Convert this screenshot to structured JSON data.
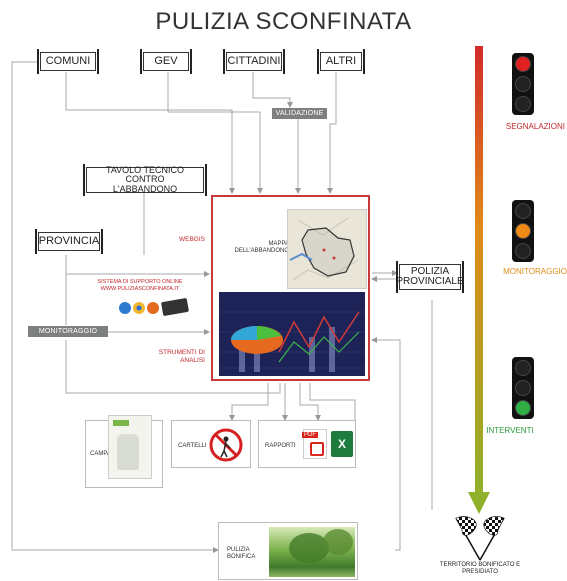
{
  "title": "PULIZIA SCONFINATA",
  "sources": [
    "COMUNI",
    "GEV",
    "CITTADINI",
    "ALTRI"
  ],
  "validazione": "VALIDAZIONE",
  "tavolo": "TAVOLO TECNICO CONTRO L'ABBANDONO",
  "provincia": "PROVINCIA",
  "webgis": "WEBGIS",
  "mappa": "MAPPA DELL'ABBANDONO",
  "sistema": "SISTEMA DI SUPPORTO ONLINE WWW.PULIZIASCONFINATA.IT",
  "monitoraggio_tag": "MONITORAGGIO",
  "strumenti": "STRUMENTI DI ANALISI",
  "polizia": "POLIZIA PROVINCIALE",
  "cards": {
    "campagne": "CAMPAGNE",
    "cartelli": "CARTELLI",
    "rapporti": "RAPPORTI"
  },
  "pulizia_bonifica": "PULIZIA BONIFICA",
  "status": {
    "segnalazioni": "SEGNALAZIONI",
    "monitoraggio": "MONITORAGGIO",
    "interventi": "INTERVENTI"
  },
  "territorio": "TERRITORIO BONIFICATO E PRESIDIATO",
  "colors": {
    "red": "#c0282e",
    "orange": "#e08a18",
    "green": "#2a9a3c",
    "panel_border": "#c63a3a",
    "grey_tag": "#7d807f"
  }
}
